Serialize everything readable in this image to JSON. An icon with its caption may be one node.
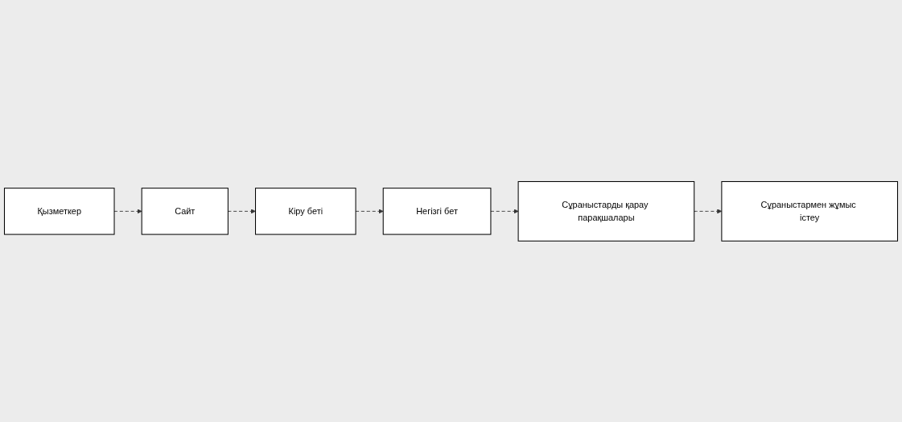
{
  "diagram": {
    "nodes": [
      {
        "text": [
          "Қызметкер"
        ]
      },
      {
        "text": [
          "Сайт"
        ]
      },
      {
        "text": [
          "Кіру беті"
        ]
      },
      {
        "text": [
          "Негізгі бет"
        ]
      },
      {
        "text": [
          "Сұраныстармен жұмыс істеу"
        ]
      },
      {
        "text": [
          "Сұраныстарды қарау парақшалары"
        ]
      }
    ],
    "edges": [
      {
        "from": 0,
        "to": 1,
        "arrow": "to",
        "style": "dashed"
      },
      {
        "from": 1,
        "to": 2,
        "arrow": "to",
        "style": "dashed"
      },
      {
        "from": 2,
        "to": 3,
        "arrow": "to",
        "style": "dashed"
      },
      {
        "from": 3,
        "to": 5,
        "arrow": "to",
        "style": "dashed"
      },
      {
        "from": 5,
        "to": 4,
        "arrow": "to",
        "style": "dashed"
      }
    ]
  }
}
